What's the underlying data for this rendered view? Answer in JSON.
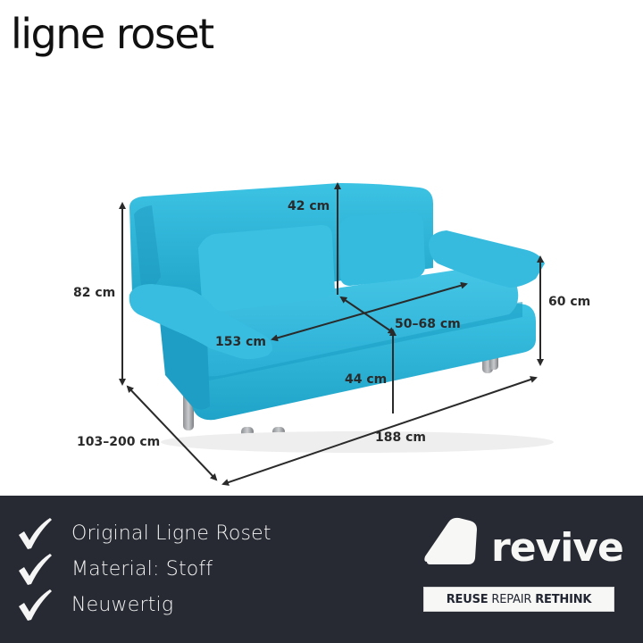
{
  "brand": {
    "logo_text": "ligne roset"
  },
  "product": {
    "color": "#2fb3d6",
    "dimensions": {
      "total_height": "82 cm",
      "back_height": "42 cm",
      "seat_width": "153 cm",
      "seat_depth": "50–68 cm",
      "armrest_height": "60 cm",
      "seat_height": "44 cm",
      "depth": "103–200 cm",
      "width": "188 cm"
    }
  },
  "features": {
    "items": [
      {
        "icon": "check-icon",
        "label": "Original Ligne Roset"
      },
      {
        "icon": "check-icon",
        "label": "Material: Stoff"
      },
      {
        "icon": "check-icon",
        "label": "Neuwertig"
      }
    ]
  },
  "revive": {
    "wordmark": "revive",
    "tagline": {
      "part1": "REUSE",
      "part2": "REPAIR",
      "part3": "RETHINK"
    }
  },
  "colors": {
    "panel_bg": "#272a33",
    "sofa": "#2fb3d6",
    "text_dark": "#2a2a2a",
    "text_light": "#f2f2f2"
  }
}
